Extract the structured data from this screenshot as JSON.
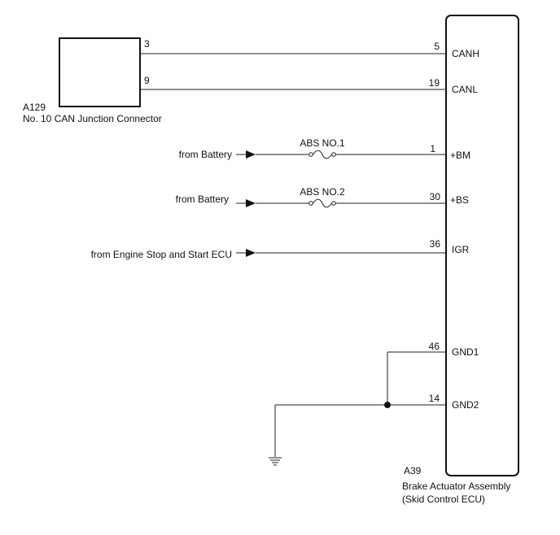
{
  "ecu": {
    "code": "A39",
    "name_line1": "Brake Actuator Assembly",
    "name_line2": "(Skid Control ECU)",
    "pins": [
      {
        "pin": "5",
        "name": "CANH"
      },
      {
        "pin": "19",
        "name": "CANL"
      },
      {
        "pin": "1",
        "name": "+BM"
      },
      {
        "pin": "30",
        "name": "+BS"
      },
      {
        "pin": "36",
        "name": "IGR"
      },
      {
        "pin": "46",
        "name": "GND1"
      },
      {
        "pin": "14",
        "name": "GND2"
      }
    ]
  },
  "junction": {
    "code": "A129",
    "name": "No. 10 CAN Junction Connector",
    "pins": [
      "3",
      "9"
    ]
  },
  "inputs": [
    {
      "text": "from Battery",
      "fuse": "ABS NO.1"
    },
    {
      "text": "from Battery",
      "fuse": "ABS NO.2"
    },
    {
      "text": "from Engine Stop and Start ECU"
    }
  ]
}
